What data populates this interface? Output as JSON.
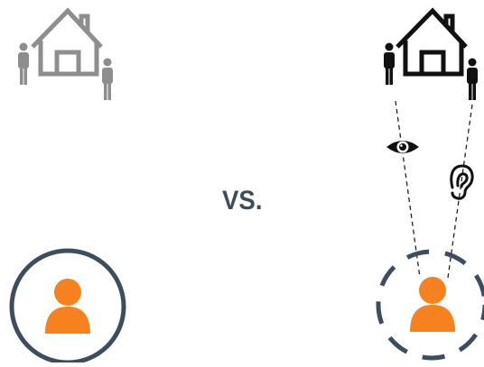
{
  "vs_label": "VS.",
  "colors": {
    "muted_gray": "#8e8e8e",
    "black": "#111111",
    "orange": "#f5821f",
    "slate": "#3d4d5e",
    "vs_text": "#3d4d5e"
  },
  "left_scene": {
    "house_icon": "house-icon",
    "people_icons": [
      "person-icon",
      "person-icon"
    ],
    "style": "gray",
    "user_ring": "solid"
  },
  "right_scene": {
    "house_icon": "house-icon",
    "people_icons": [
      "person-icon",
      "person-icon"
    ],
    "style": "black",
    "senses": [
      "eye-icon",
      "ear-icon"
    ],
    "user_ring": "dashed",
    "connections": "dashed-lines"
  }
}
